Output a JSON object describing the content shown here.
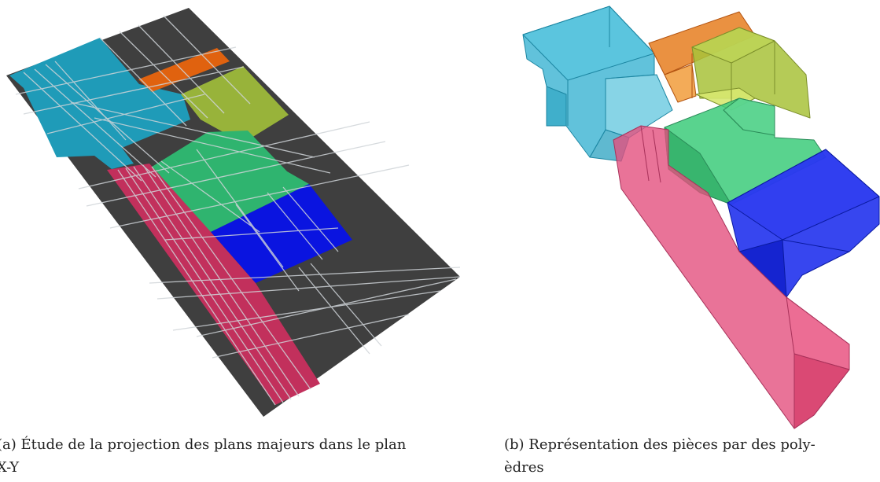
{
  "colors": {
    "background": "#ffffff",
    "floor_dark": "#3f3f3f",
    "grid_line": "#cfd4d8",
    "room_cyan": "#1f9bb8",
    "room_orange": "#e0620f",
    "room_olive": "#98b33a",
    "room_green": "#2fb46f",
    "room_blue": "#0a14e0",
    "room_magenta": "#c2305c",
    "poly_cyan": "#3ab3d2",
    "poly_orange": "#e67e20",
    "poly_olive": "#a8c23a",
    "poly_yellow": "#d7e870",
    "poly_green": "#3ccb7a",
    "poly_blue": "#1426ec",
    "poly_pink": "#e4507e"
  },
  "figures": [
    {
      "caption_lines": [
        "(a) Étude de la projection des plans majeurs dans le plan",
        "X-Y"
      ]
    },
    {
      "caption_lines": [
        "(b) Représentation des pièces par des poly-",
        "èdres"
      ]
    }
  ]
}
